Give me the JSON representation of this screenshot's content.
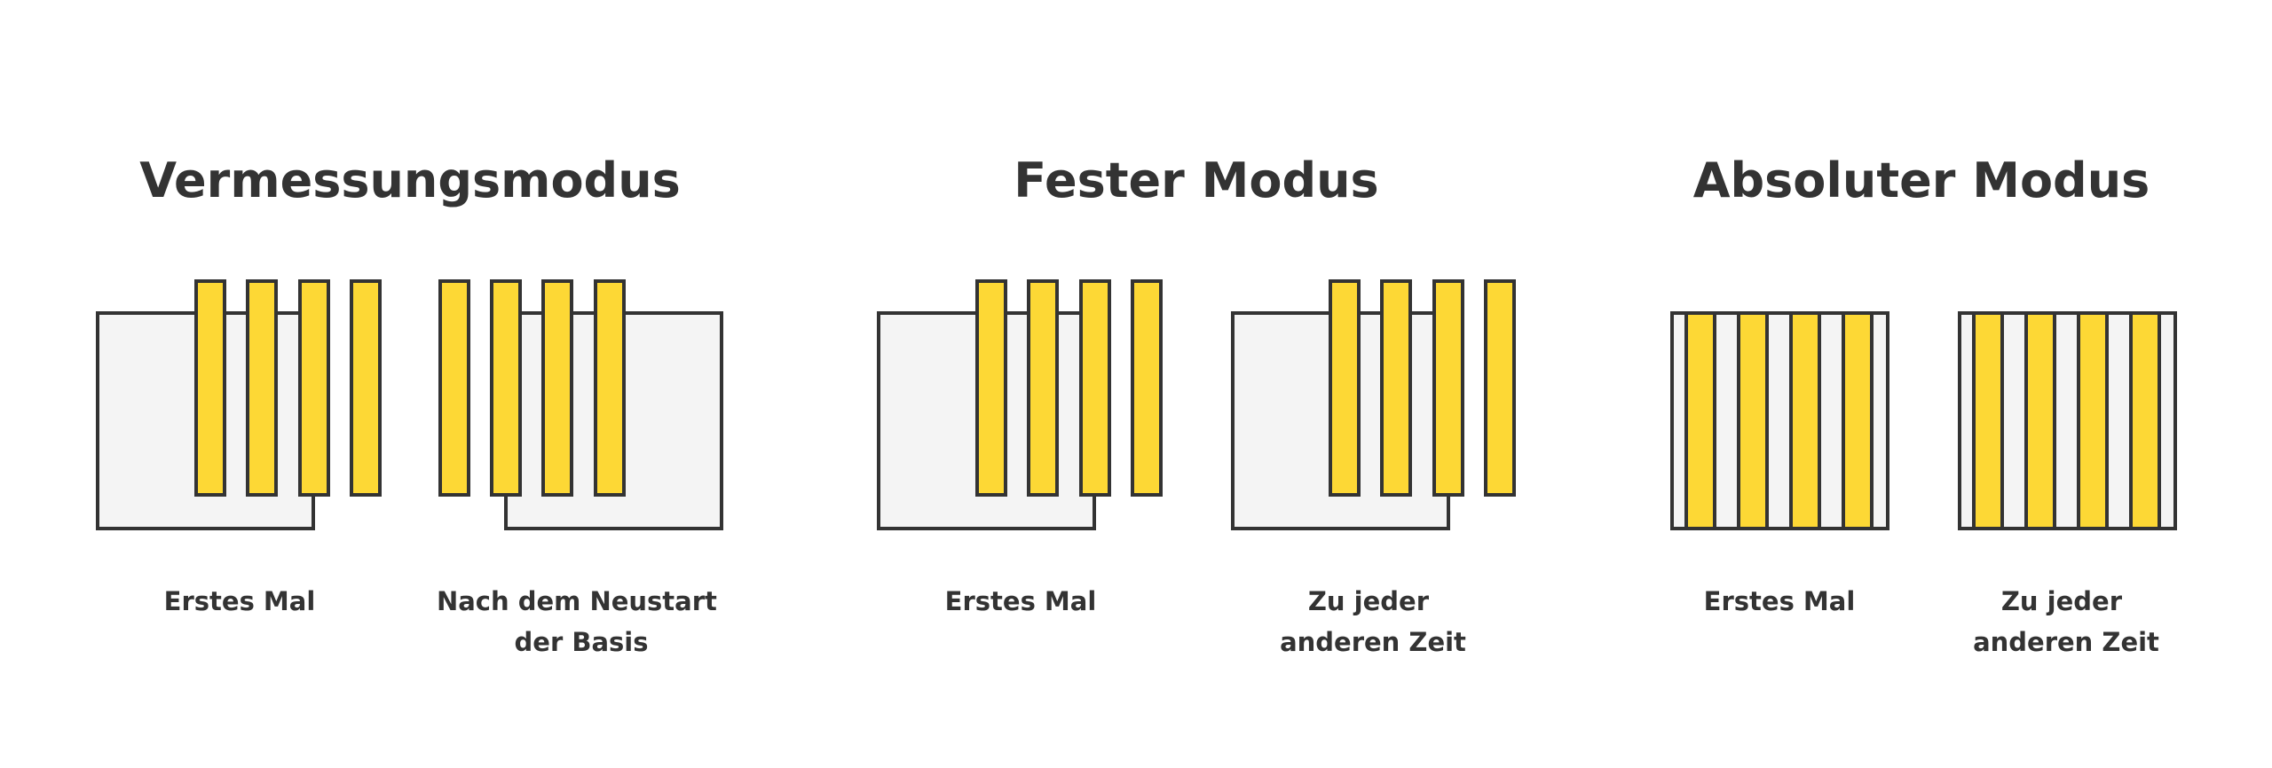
{
  "colors": {
    "bar_fill": "#fdd835",
    "box_fill": "#f4f4f4",
    "stroke": "#333333",
    "text": "#333333",
    "background": "#ffffff"
  },
  "sections": [
    {
      "title": "Vermessungsmodus",
      "panels": [
        {
          "caption_lines": [
            "Erstes Mal"
          ]
        },
        {
          "caption_lines": [
            "Nach dem Neustart",
            "der Basis"
          ]
        }
      ]
    },
    {
      "title": "Fester Modus",
      "panels": [
        {
          "caption_lines": [
            "Erstes Mal"
          ]
        },
        {
          "caption_lines": [
            "Zu jeder",
            "anderen Zeit"
          ]
        }
      ]
    },
    {
      "title": "Absoluter Modus",
      "panels": [
        {
          "caption_lines": [
            "Erstes Mal"
          ]
        },
        {
          "caption_lines": [
            "Zu jeder",
            "anderen Zeit"
          ]
        }
      ]
    }
  ]
}
